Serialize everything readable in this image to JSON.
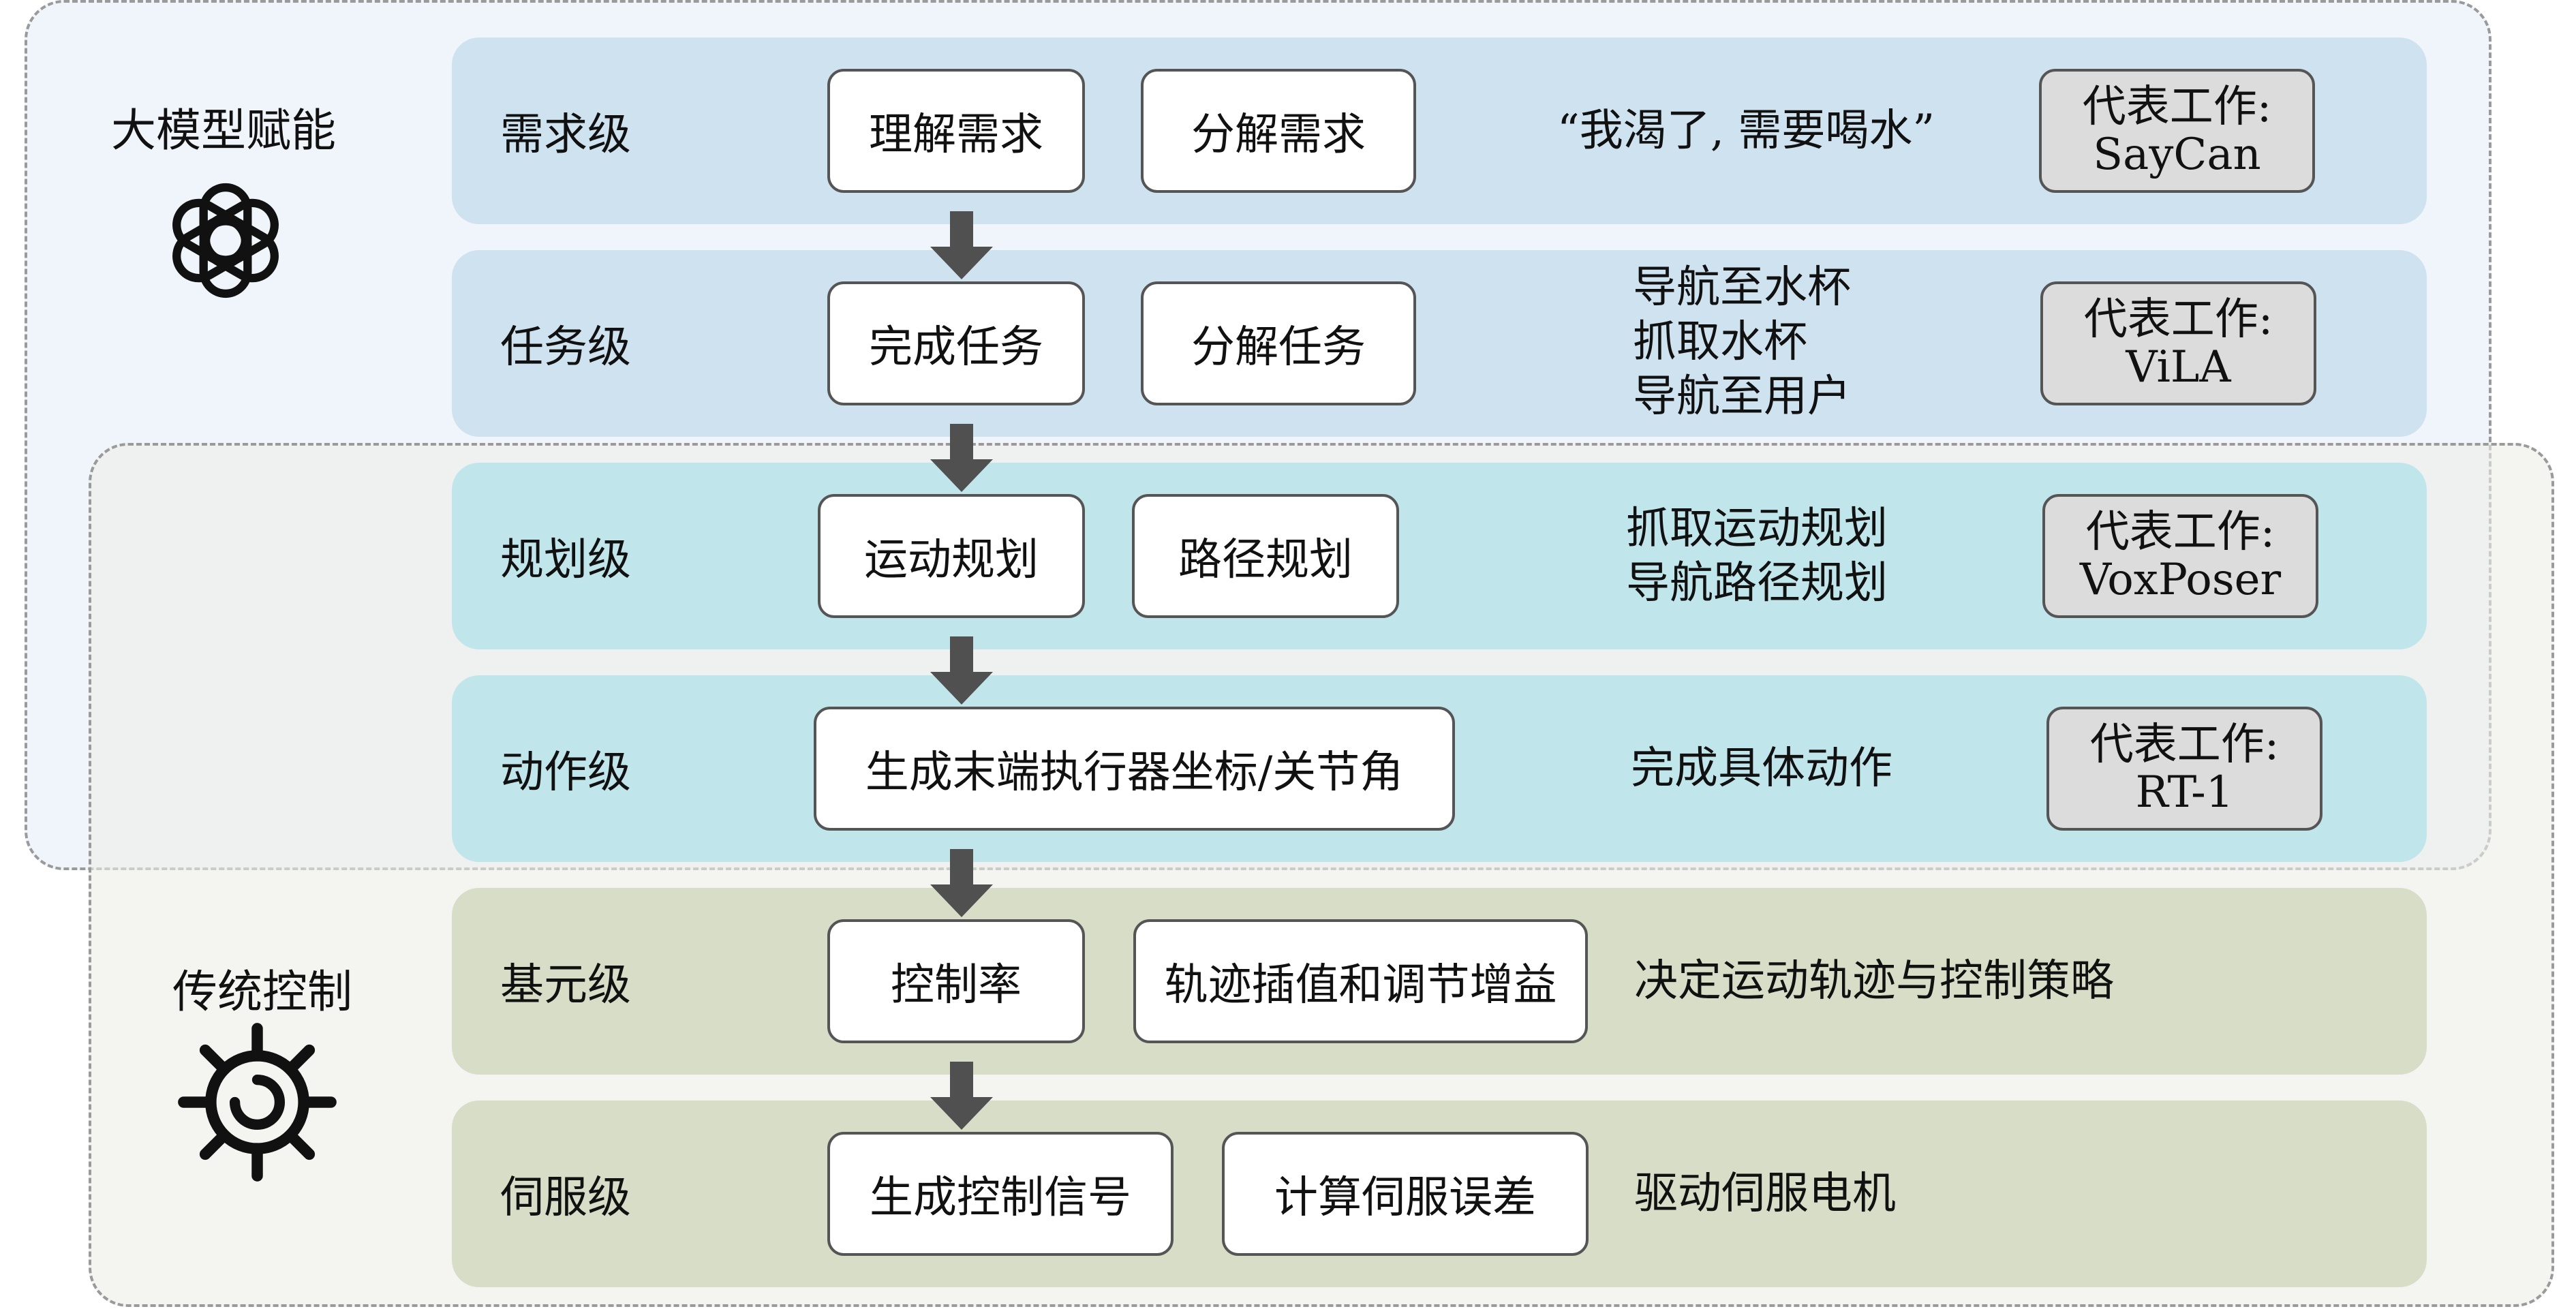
{
  "groups": {
    "llm": {
      "title": "大模型赋能",
      "icon": "openai-logo-icon"
    },
    "traditional": {
      "title": "传统控制",
      "icon": "gear-icon"
    }
  },
  "rep_label": "代表工作:",
  "levels": [
    {
      "label": "需求级",
      "boxes": [
        "理解需求",
        "分解需求"
      ],
      "description": [
        "“我渴了, 需要喝水”"
      ],
      "rep_work": "SayCan"
    },
    {
      "label": "任务级",
      "boxes": [
        "完成任务",
        "分解任务"
      ],
      "description": [
        "导航至水杯",
        "抓取水杯",
        "导航至用户"
      ],
      "rep_work": "ViLA"
    },
    {
      "label": "规划级",
      "boxes": [
        "运动规划",
        "路径规划"
      ],
      "description": [
        "抓取运动规划",
        "导航路径规划"
      ],
      "rep_work": "VoxPoser"
    },
    {
      "label": "动作级",
      "boxes": [
        "生成末端执行器坐标/关节角"
      ],
      "description": [
        "完成具体动作"
      ],
      "rep_work": "RT-1"
    },
    {
      "label": "基元级",
      "boxes": [
        "控制率",
        "轨迹插值和调节增益"
      ],
      "description": [
        "决定运动轨迹与控制策略"
      ]
    },
    {
      "label": "伺服级",
      "boxes": [
        "生成控制信号",
        "计算伺服误差"
      ],
      "description": [
        "驱动伺服电机"
      ]
    }
  ],
  "colors": {
    "band_demand_task": "#cfe2f0",
    "band_plan_action": "#c0e5ea",
    "band_primitive_servo": "#d7ddc6",
    "rep_box": "#dcdcdc",
    "arrow": "#505050"
  }
}
